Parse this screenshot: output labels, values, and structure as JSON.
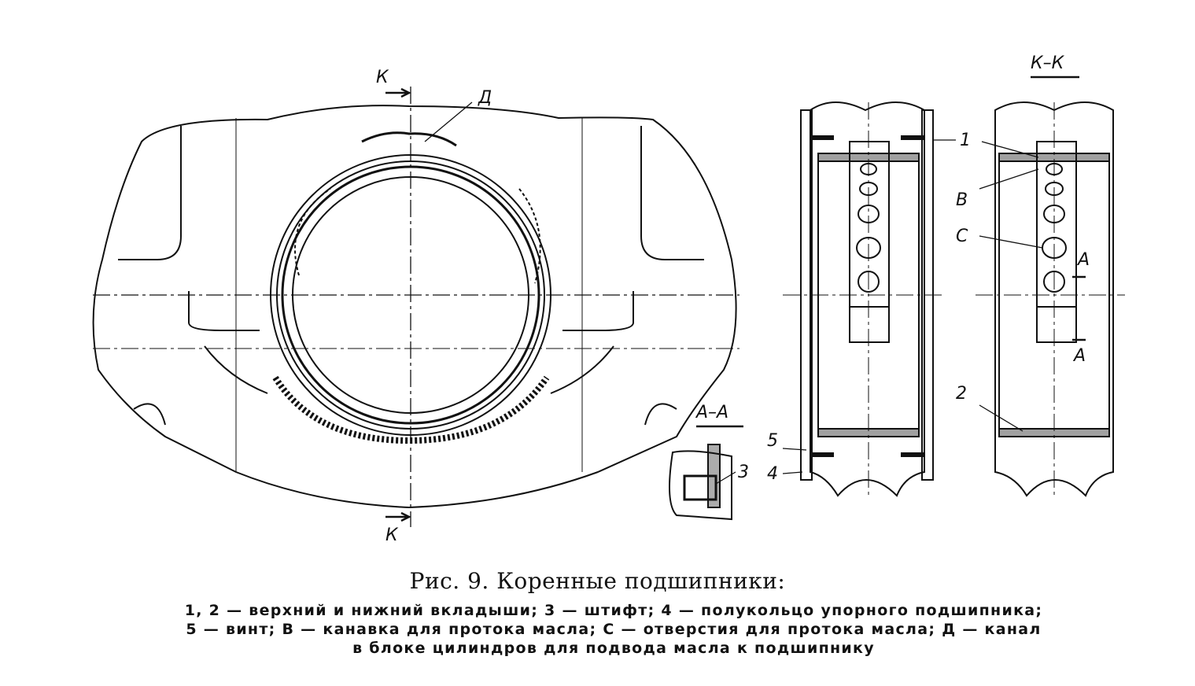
{
  "figure": {
    "caption_title": "Рис. 9. Коренные подшипники:",
    "caption_lines": [
      "1, 2 — верхний и нижний вкладыши; 3 — штифт; 4 — полукольцо упорного подшипника;",
      "5 — винт; В — канавка для протока масла; С — отверстия для протока масла; Д — канал",
      "в блоке цилиндров для подвода масла к подшипнику"
    ]
  },
  "labels": {
    "k_top": "К",
    "k_bottom": "К",
    "d": "Д",
    "section_aa": "А–А",
    "n3": "3",
    "section_kk": "К–К",
    "n1": "1",
    "b": "В",
    "c": "С",
    "a_top": "А",
    "a_bottom": "А",
    "n2": "2",
    "n5": "5",
    "n4": "4"
  }
}
